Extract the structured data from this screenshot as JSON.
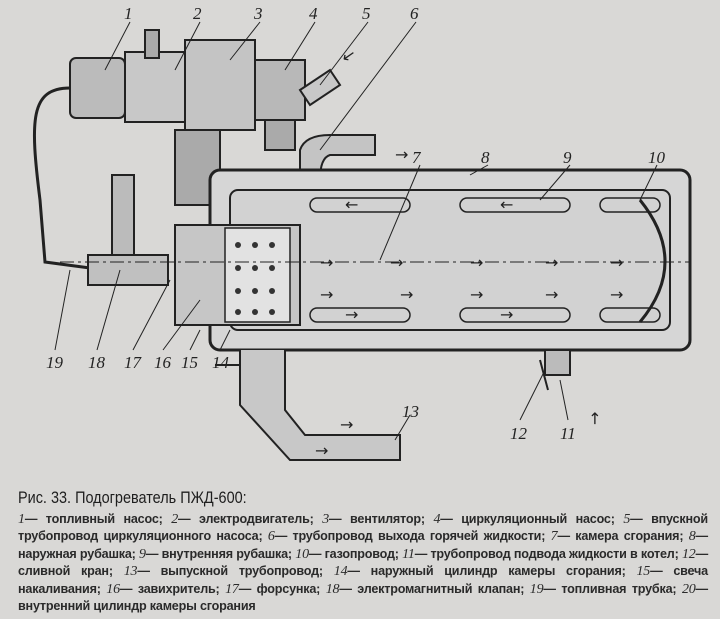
{
  "figure": {
    "callouts": [
      "1",
      "2",
      "3",
      "4",
      "5",
      "6",
      "7",
      "8",
      "9",
      "10",
      "11",
      "12",
      "13",
      "14",
      "15",
      "16",
      "17",
      "18",
      "19"
    ]
  },
  "caption": {
    "title": "Рис. 33. Подогреватель ПЖД-600:",
    "items": [
      {
        "n": "1",
        "text": "топливный насос;"
      },
      {
        "n": "2",
        "text": "электродвигатель;"
      },
      {
        "n": "3",
        "text": "вентилятор;"
      },
      {
        "n": "4",
        "text": "циркуляционный насос;"
      },
      {
        "n": "5",
        "text": "впускной трубопровод циркуляционного насоса;"
      },
      {
        "n": "6",
        "text": "трубопровод выхода горячей жидкости;"
      },
      {
        "n": "7",
        "text": "камера сгорания;"
      },
      {
        "n": "8",
        "text": "наружная рубашка;"
      },
      {
        "n": "9",
        "text": "внутренняя рубашка;"
      },
      {
        "n": "10",
        "text": "газопровод;"
      },
      {
        "n": "11",
        "text": "трубопровод подвода жидкости в котел;"
      },
      {
        "n": "12",
        "text": "сливной кран;"
      },
      {
        "n": "13",
        "text": "выпускной трубопровод;"
      },
      {
        "n": "14",
        "text": "наружный цилиндр камеры сгорания;"
      },
      {
        "n": "15",
        "text": "свеча накаливания;"
      },
      {
        "n": "16",
        "text": "завихритель;"
      },
      {
        "n": "17",
        "text": "форсунка;"
      },
      {
        "n": "18",
        "text": "электромагнитный клапан;"
      },
      {
        "n": "19",
        "text": "топливная трубка;"
      },
      {
        "n": "20",
        "text": "внутренний цилиндр камеры сгорания"
      }
    ]
  }
}
